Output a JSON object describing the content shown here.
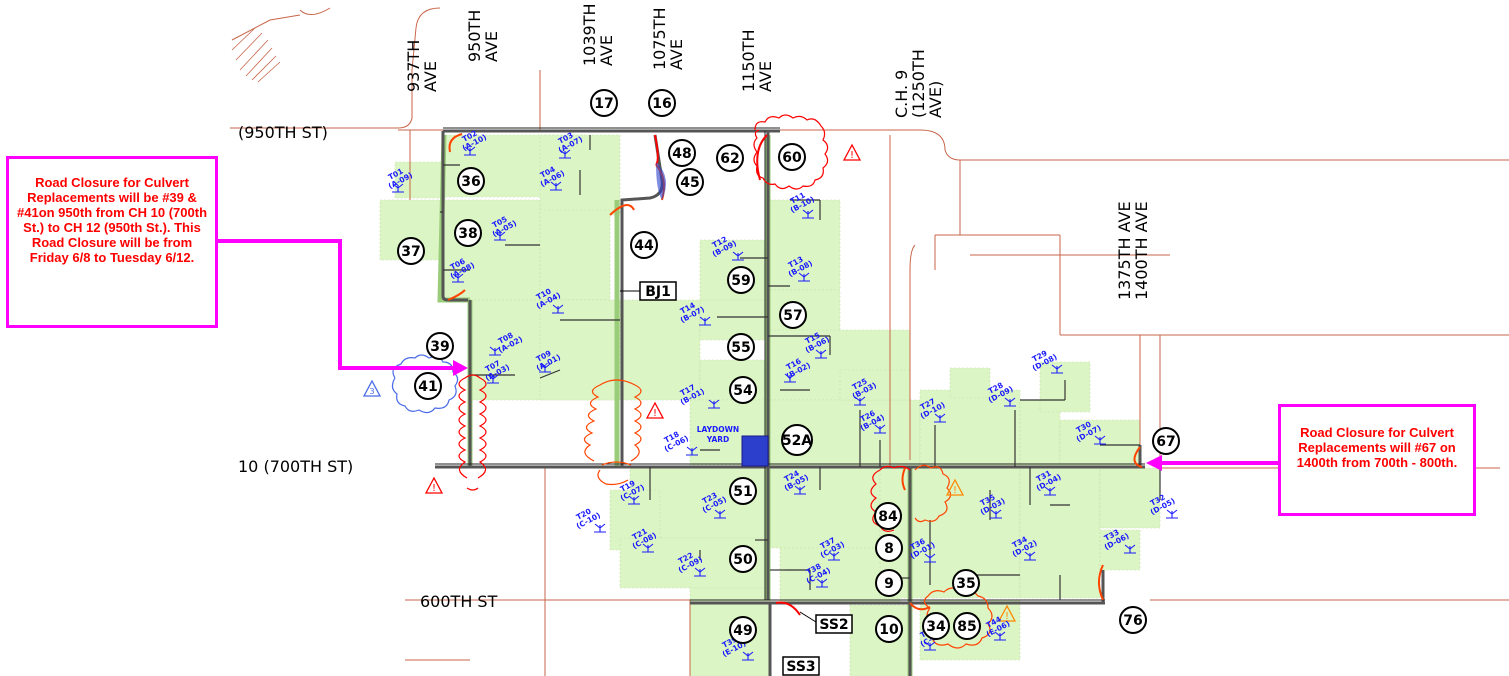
{
  "road_labels": {
    "r950": "(950TH ST)",
    "r700": "10 (700TH ST)",
    "r600": "600TH ST"
  },
  "vertical_labels": [
    {
      "id": "v937",
      "lines": [
        "937TH",
        "AVE"
      ]
    },
    {
      "id": "v950",
      "lines": [
        "950TH",
        "AVE"
      ]
    },
    {
      "id": "v1039",
      "lines": [
        "1039TH",
        "AVE"
      ]
    },
    {
      "id": "v1075",
      "lines": [
        "1075TH",
        "AVE"
      ]
    },
    {
      "id": "v1150",
      "lines": [
        "1150TH",
        "AVE"
      ]
    },
    {
      "id": "vch9",
      "lines": [
        "C.H. 9",
        "(1250TH",
        "AVE)"
      ]
    },
    {
      "id": "v1375",
      "lines": [
        "1375TH AVE"
      ]
    },
    {
      "id": "v1400",
      "lines": [
        "1400TH AVE"
      ]
    }
  ],
  "culverts": [
    "17",
    "16",
    "48",
    "45",
    "62",
    "60",
    "36",
    "38",
    "37",
    "44",
    "59",
    "57",
    "55",
    "54",
    "39",
    "41",
    "52A",
    "67",
    "51",
    "84",
    "8",
    "50",
    "9",
    "35",
    "10",
    "34",
    "85",
    "76",
    "49"
  ],
  "turbines": [
    "T01 (A-09)",
    "T02 (A-10)",
    "T03 (A-07)",
    "T04 (A-06)",
    "T05 (A-05)",
    "T06 (A-08)",
    "T07 (A-03)",
    "T08 (A-02)",
    "T09 (A-01)",
    "T10 (A-04)",
    "T11 (B-10)",
    "T12 (B-09)",
    "T13 (B-08)",
    "T14 (B-07)",
    "T15 (B-06)",
    "T16 (B-02)",
    "T17 (B-01)",
    "T18 (C-06)",
    "T19 (C-07)",
    "T20 (C-10)",
    "T21 (C-08)",
    "T22 (C-09)",
    "T23 (C-05)",
    "T24 (B-05)",
    "T25 (B-03)",
    "T26 (B-04)",
    "T27 (D-10)",
    "T28 (D-09)",
    "T29 (D-08)",
    "T30 (D-07)",
    "T31 (D-04)",
    "T32 (D-05)",
    "T33 (D-06)",
    "T34 (D-02)",
    "T35 (D-03)",
    "T36 (D-01)",
    "T37 (C-03)",
    "T38 (C-04)",
    "T39 (E-10)",
    "T43 (C-02)",
    "T44 (E-06)"
  ],
  "boxes": {
    "bj1": "BJ1",
    "ss2": "SS2",
    "ss3": "SS3"
  },
  "laydown": {
    "line1": "LAYDOWN",
    "line2": "YARD"
  },
  "warning_symbol": "!",
  "blue_marker": "3",
  "callouts": {
    "left": "Road Closure for Culvert Replacements will be #39 & #41on 950th from CH 10 (700th St.) to CH 12 (950th St.). This Road Closure will be from Friday 6/8 to Tuesday 6/12.",
    "right": "Road Closure for Culvert Replacements will #67 on 1400th from 700th - 800th."
  },
  "colors": {
    "parcel_fill": "#dcf5c4",
    "road_main": "#555555",
    "road_green": "#9acc7a",
    "property_line": "#c8664a",
    "turbine_blue": "#1a1aff",
    "warning_red": "#ff0000",
    "warning_orange": "#ff8800",
    "callout_border": "#ff00ff",
    "callout_text": "#ff0000",
    "laydown_blue": "#2c3fcc"
  }
}
